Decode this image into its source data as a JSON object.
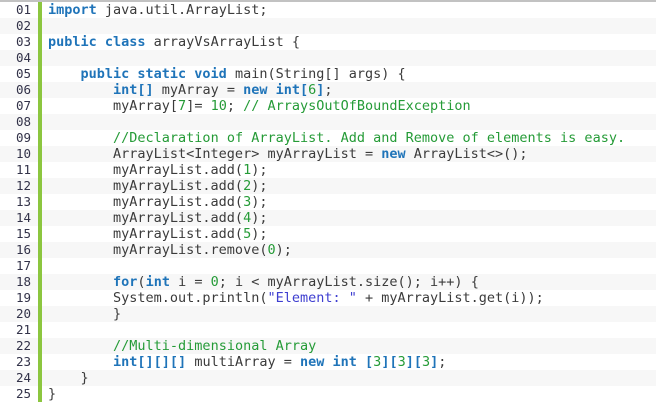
{
  "editor": {
    "language": "java",
    "colors": {
      "keyword": "#1f74b9",
      "default_text": "#3b3b3b",
      "comment": "#259b37",
      "number": "#259b37",
      "string": "#3e3ed0",
      "gutter_number": "#333349",
      "gutter_bar": "#8cc63f",
      "row_stripe": "#f7f7f7",
      "background": "#ffffff",
      "top_border": "#c2c2c2"
    },
    "lines": [
      {
        "num": "01",
        "tokens": [
          {
            "c": "k",
            "t": "import"
          },
          {
            "c": "d",
            "t": " java.util.ArrayList;"
          }
        ]
      },
      {
        "num": "02",
        "tokens": []
      },
      {
        "num": "03",
        "tokens": [
          {
            "c": "k",
            "t": "public class"
          },
          {
            "c": "d",
            "t": " arrayVsArrayList {"
          }
        ]
      },
      {
        "num": "04",
        "tokens": []
      },
      {
        "num": "05",
        "tokens": [
          {
            "c": "d",
            "t": "    "
          },
          {
            "c": "k",
            "t": "public static void"
          },
          {
            "c": "d",
            "t": " main(String[] args) {"
          }
        ]
      },
      {
        "num": "06",
        "tokens": [
          {
            "c": "d",
            "t": "        "
          },
          {
            "c": "k",
            "t": "int[]"
          },
          {
            "c": "d",
            "t": " myArray = "
          },
          {
            "c": "k",
            "t": "new int["
          },
          {
            "c": "n",
            "t": "6"
          },
          {
            "c": "k",
            "t": "]"
          },
          {
            "c": "d",
            "t": ";"
          }
        ]
      },
      {
        "num": "07",
        "tokens": [
          {
            "c": "d",
            "t": "        myArray["
          },
          {
            "c": "n",
            "t": "7"
          },
          {
            "c": "d",
            "t": "]= "
          },
          {
            "c": "n",
            "t": "10"
          },
          {
            "c": "d",
            "t": "; "
          },
          {
            "c": "c",
            "t": "// ArraysOutOfBoundException"
          }
        ]
      },
      {
        "num": "08",
        "tokens": []
      },
      {
        "num": "09",
        "tokens": [
          {
            "c": "d",
            "t": "        "
          },
          {
            "c": "c",
            "t": "//Declaration of ArrayList. Add and Remove of elements is easy."
          }
        ]
      },
      {
        "num": "10",
        "tokens": [
          {
            "c": "d",
            "t": "        ArrayList<Integer> myArrayList = "
          },
          {
            "c": "k",
            "t": "new"
          },
          {
            "c": "d",
            "t": " ArrayList<>();"
          }
        ]
      },
      {
        "num": "11",
        "tokens": [
          {
            "c": "d",
            "t": "        myArrayList.add("
          },
          {
            "c": "n",
            "t": "1"
          },
          {
            "c": "d",
            "t": ");"
          }
        ]
      },
      {
        "num": "12",
        "tokens": [
          {
            "c": "d",
            "t": "        myArrayList.add("
          },
          {
            "c": "n",
            "t": "2"
          },
          {
            "c": "d",
            "t": ");"
          }
        ]
      },
      {
        "num": "13",
        "tokens": [
          {
            "c": "d",
            "t": "        myArrayList.add("
          },
          {
            "c": "n",
            "t": "3"
          },
          {
            "c": "d",
            "t": ");"
          }
        ]
      },
      {
        "num": "14",
        "tokens": [
          {
            "c": "d",
            "t": "        myArrayList.add("
          },
          {
            "c": "n",
            "t": "4"
          },
          {
            "c": "d",
            "t": ");"
          }
        ]
      },
      {
        "num": "15",
        "tokens": [
          {
            "c": "d",
            "t": "        myArrayList.add("
          },
          {
            "c": "n",
            "t": "5"
          },
          {
            "c": "d",
            "t": ");"
          }
        ]
      },
      {
        "num": "16",
        "tokens": [
          {
            "c": "d",
            "t": "        myArrayList.remove("
          },
          {
            "c": "n",
            "t": "0"
          },
          {
            "c": "d",
            "t": ");"
          }
        ]
      },
      {
        "num": "17",
        "tokens": []
      },
      {
        "num": "18",
        "tokens": [
          {
            "c": "d",
            "t": "        "
          },
          {
            "c": "k",
            "t": "for"
          },
          {
            "c": "d",
            "t": "("
          },
          {
            "c": "k",
            "t": "int"
          },
          {
            "c": "d",
            "t": " i = "
          },
          {
            "c": "n",
            "t": "0"
          },
          {
            "c": "d",
            "t": "; i < myArrayList.size(); i++) {"
          }
        ]
      },
      {
        "num": "19",
        "tokens": [
          {
            "c": "d",
            "t": "        System.out.println("
          },
          {
            "c": "s",
            "t": "\"Element: \""
          },
          {
            "c": "d",
            "t": " + myArrayList.get(i));"
          }
        ]
      },
      {
        "num": "20",
        "tokens": [
          {
            "c": "d",
            "t": "        }"
          }
        ]
      },
      {
        "num": "21",
        "tokens": []
      },
      {
        "num": "22",
        "tokens": [
          {
            "c": "d",
            "t": "        "
          },
          {
            "c": "c",
            "t": "//Multi-dimensional Array"
          }
        ]
      },
      {
        "num": "23",
        "tokens": [
          {
            "c": "d",
            "t": "        "
          },
          {
            "c": "k",
            "t": "int[][][]"
          },
          {
            "c": "d",
            "t": " multiArray = "
          },
          {
            "c": "k",
            "t": "new int"
          },
          {
            "c": "d",
            "t": " "
          },
          {
            "c": "k",
            "t": "["
          },
          {
            "c": "n",
            "t": "3"
          },
          {
            "c": "k",
            "t": "]["
          },
          {
            "c": "n",
            "t": "3"
          },
          {
            "c": "k",
            "t": "]["
          },
          {
            "c": "n",
            "t": "3"
          },
          {
            "c": "k",
            "t": "]"
          },
          {
            "c": "d",
            "t": ";"
          }
        ]
      },
      {
        "num": "24",
        "tokens": [
          {
            "c": "d",
            "t": "    }"
          }
        ]
      },
      {
        "num": "25",
        "tokens": [
          {
            "c": "d",
            "t": "}"
          }
        ]
      }
    ]
  }
}
